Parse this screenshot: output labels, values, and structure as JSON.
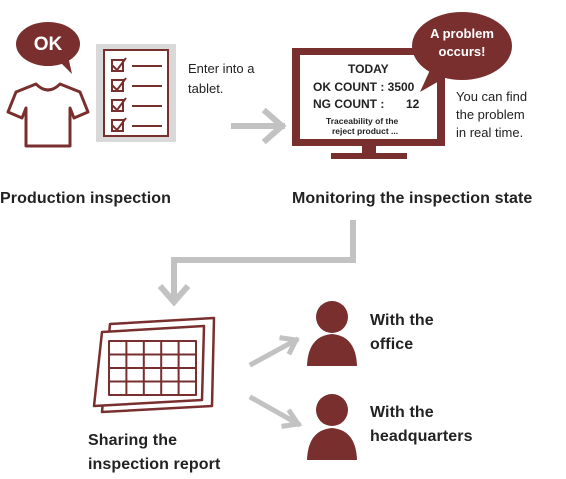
{
  "colors": {
    "brand": "#7a2f2f",
    "arrow": "#c2c2c2",
    "clipboard_bg": "#d9d9d9",
    "text": "#222222"
  },
  "left_bubble": {
    "text": "OK"
  },
  "tablet_note": {
    "line1": "Enter into a",
    "line2": "tablet."
  },
  "production": {
    "label": "Production inspection"
  },
  "monitor": {
    "title": "TODAY",
    "ok_label": "OK COUNT : 3500",
    "ng_label": "NG COUNT :",
    "ng_value": "12",
    "trace1": "Traceability of the",
    "trace2": "reject product ..."
  },
  "problem_bubble": {
    "line1": "A problem",
    "line2": "occurs!"
  },
  "realtime_note": {
    "line1": "You can find",
    "line2": "the problem",
    "line3": "in real time."
  },
  "monitoring": {
    "label": "Monitoring the inspection state"
  },
  "sharing": {
    "line1": "Sharing the",
    "line2": "inspection report"
  },
  "office": {
    "line1": "With the",
    "line2": "office"
  },
  "hq": {
    "line1": "With the",
    "line2": "headquarters"
  },
  "icons": [
    "speech-bubble-icon",
    "tshirt-icon",
    "checklist-icon",
    "monitor-icon",
    "report-sheets-icon",
    "person-icon"
  ]
}
